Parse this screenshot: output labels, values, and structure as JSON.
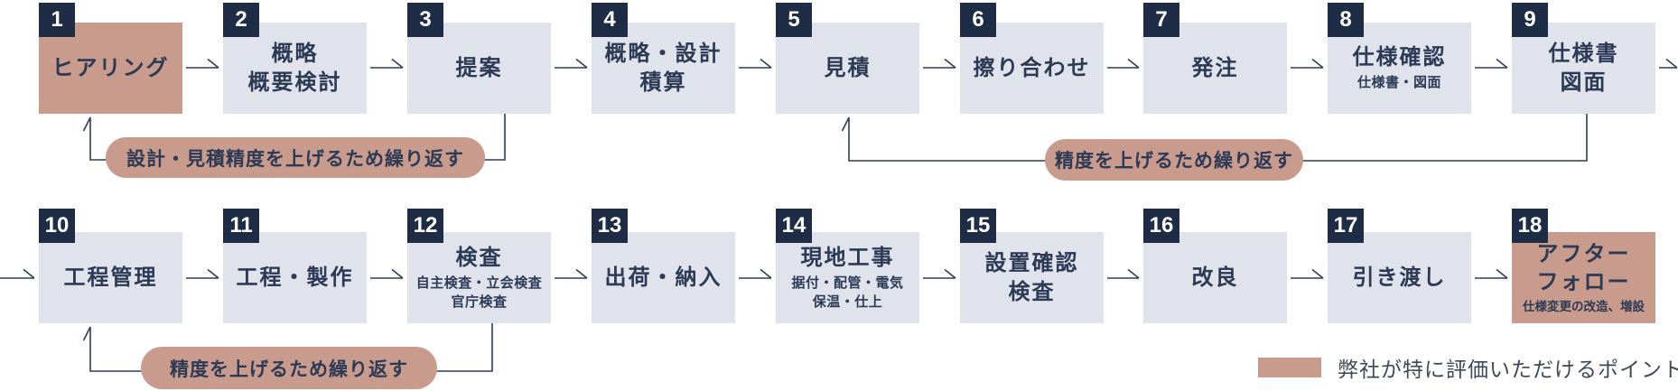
{
  "palette": {
    "highlight": "#c99b8c",
    "box_bg": "#e0e3ec",
    "badge_bg": "#1e2c45",
    "text_navy": "#2c3a55",
    "line": "#2e3d59",
    "legend_text": "#3f4855"
  },
  "steps": [
    {
      "num": "1",
      "title": "ヒアリング",
      "highlighted": true
    },
    {
      "num": "2",
      "title": "概略\n概要検討"
    },
    {
      "num": "3",
      "title": "提案"
    },
    {
      "num": "4",
      "title": "概略・設計\n積算"
    },
    {
      "num": "5",
      "title": "見積"
    },
    {
      "num": "6",
      "title": "擦り合わせ"
    },
    {
      "num": "7",
      "title": "発注"
    },
    {
      "num": "8",
      "title": "仕様確認",
      "subtitle": "仕様書・図面"
    },
    {
      "num": "9",
      "title": "仕様書\n図面"
    },
    {
      "num": "10",
      "title": "工程管理"
    },
    {
      "num": "11",
      "title": "工程・製作"
    },
    {
      "num": "12",
      "title": "検査",
      "subtitle": "自主検査・立会検査\n官庁検査"
    },
    {
      "num": "13",
      "title": "出荷・納入"
    },
    {
      "num": "14",
      "title": "現地工事",
      "subtitle": "据付・配管・電気\n保温・仕上"
    },
    {
      "num": "15",
      "title": "設置確認\n検査"
    },
    {
      "num": "16",
      "title": "改良"
    },
    {
      "num": "17",
      "title": "引き渡し"
    },
    {
      "num": "18",
      "title": "アフター\nフォロー",
      "subtitle": "仕様変更の改造、増設",
      "highlighted": true
    }
  ],
  "loops": [
    {
      "label": "設計・見積精度を上げるため繰り返す"
    },
    {
      "label": "精度を上げるため繰り返す"
    },
    {
      "label": "精度を上げるため繰り返す"
    }
  ],
  "legend": {
    "swatch_color": "#c99b8c",
    "label": "弊社が特に評価いただけるポイント"
  }
}
